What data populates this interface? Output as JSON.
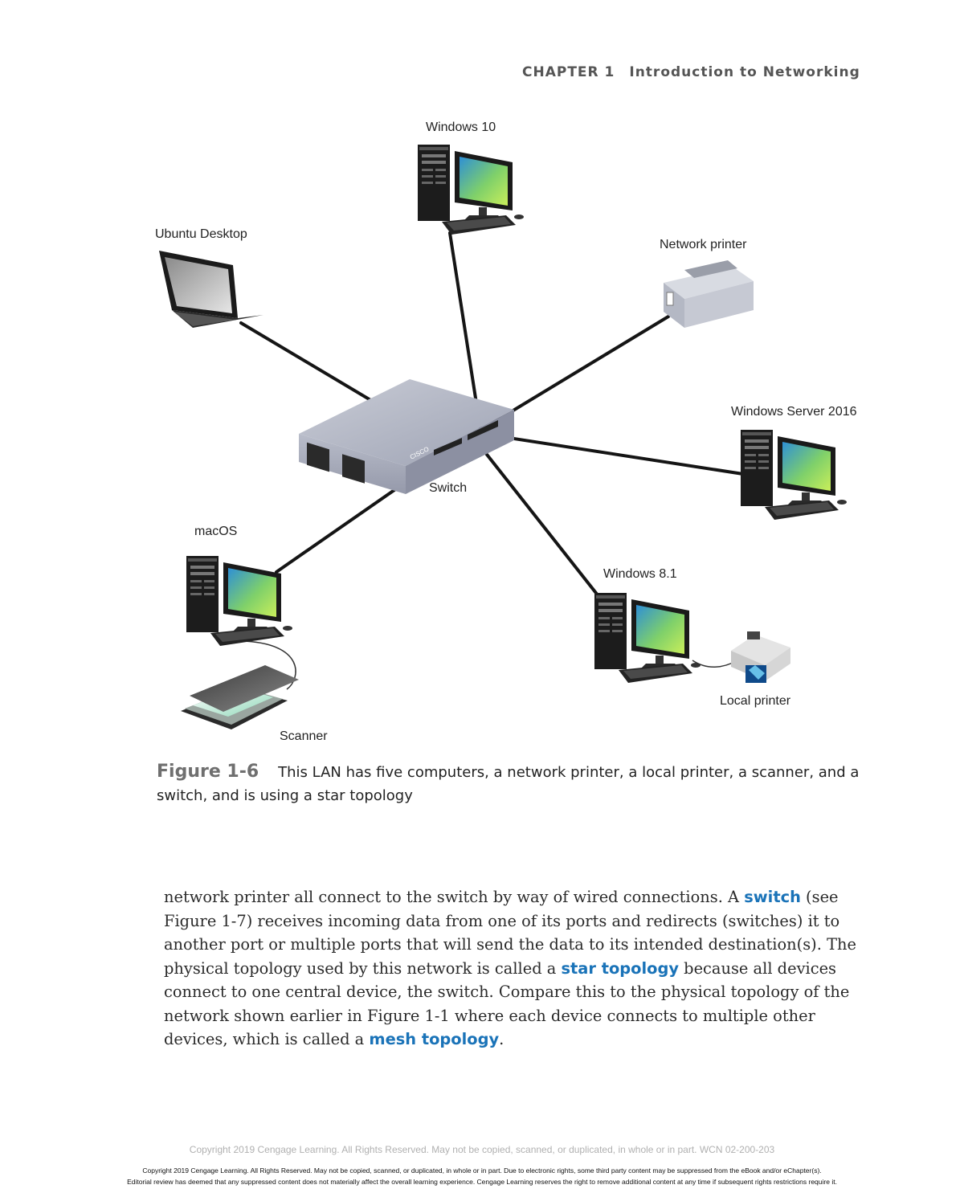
{
  "header": {
    "chapter": "CHAPTER 1",
    "title": "Introduction to Networking"
  },
  "figure": {
    "labels": {
      "windows10": "Windows 10",
      "ubuntu": "Ubuntu Desktop",
      "network_printer": "Network printer",
      "server": "Windows Server 2016",
      "switch": "Switch",
      "macos": "macOS",
      "windows81": "Windows 8.1",
      "local_printer": "Local printer",
      "scanner": "Scanner"
    },
    "switch_brand": "CISCO",
    "caption_label": "Figure 1-6",
    "caption_text": "This LAN has five computers, a network printer, a local printer, a scanner, and a switch, and is using a star topology"
  },
  "body": {
    "p1": "network printer all connect to the switch by way of wired connections. A ",
    "term_switch": "switch",
    "p2": " (see Figure 1-7) receives incoming data from one of its ports and redirects (switches) it to another port or multiple ports that will send the data to its intended destination(s). The physical topology used by this network is called a ",
    "term_star": "star topology",
    "p3": " because all devices connect to one central device, the switch. Compare this to the physical topology of the network shown earlier in Figure 1-1 where each device connects to multiple other devices, which is called a ",
    "term_mesh": "mesh topology",
    "p4": "."
  },
  "footer": {
    "copyright": "Copyright 2019 Cengage Learning. All Rights Reserved. May not be copied, scanned, or duplicated, in whole or in part.  WCN 02-200-203",
    "fine1": "Copyright 2019 Cengage Learning. All Rights Reserved. May not be copied, scanned, or duplicated, in whole or in part. Due to electronic rights, some third party content may be suppressed from the eBook and/or eChapter(s).",
    "fine2": "Editorial review has deemed that any suppressed content does not materially affect the overall learning experience. Cengage Learning reserves the right to remove additional content at any time if subsequent rights restrictions require it."
  },
  "colors": {
    "term": "#1a73b8",
    "caption_label": "#6f6f6f",
    "cable": "#151515"
  }
}
